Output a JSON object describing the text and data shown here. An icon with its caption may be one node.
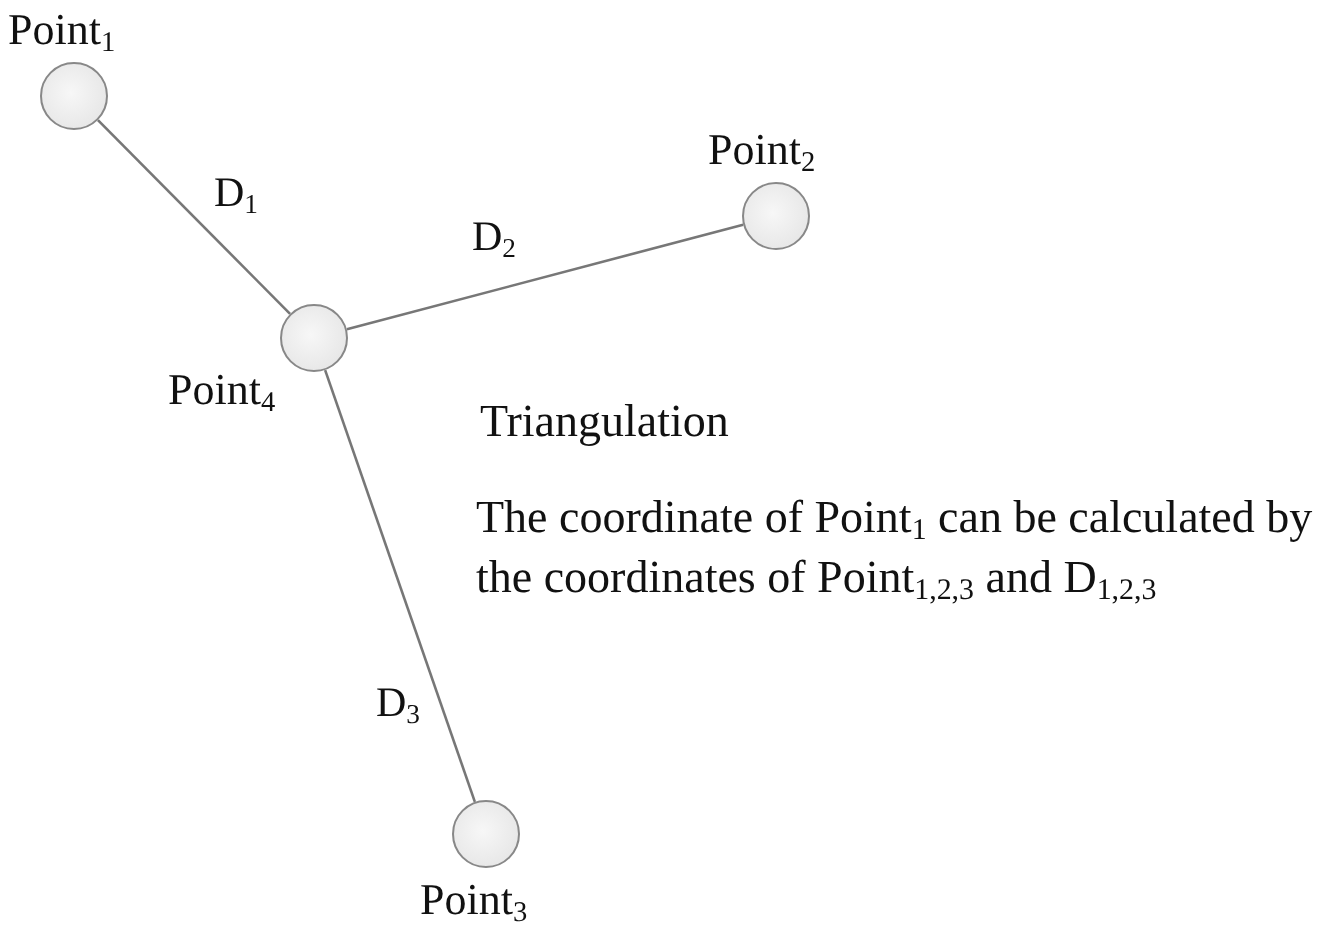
{
  "diagram": {
    "nodes": [
      {
        "text": [
          "Point$_{1}$"
        ]
      },
      {
        "text": [
          "Point$_{2}$"
        ]
      },
      {
        "text": [
          "Point$_{4}$"
        ]
      },
      {
        "text": [
          "Point$_{3}$"
        ]
      }
    ],
    "edges": [
      {
        "from": 0,
        "to": 2,
        "arrow": "none",
        "label": "D$_{1}$"
      },
      {
        "from": 2,
        "to": 1,
        "arrow": "none",
        "label": "D$_{2}$"
      },
      {
        "from": 2,
        "to": 3,
        "arrow": "none",
        "label": "D$_{3}$"
      }
    ],
    "labels": [
      "Triangulation",
      "The coordinate of Point$_{1}$ can be calculated by the coordinates of Point$_{1,2,3}$ and D$_{1,2,3}$"
    ]
  }
}
